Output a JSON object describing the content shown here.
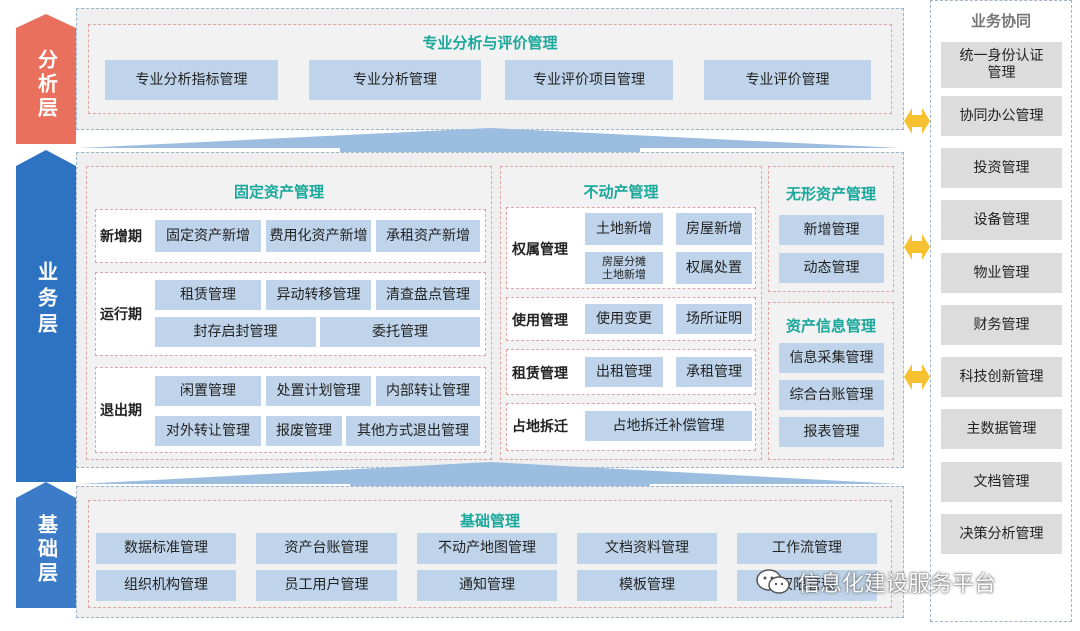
{
  "tiers": {
    "analysis": "分析层",
    "business": "业务层",
    "foundation": "基础层"
  },
  "analysis": {
    "title": "专业分析与评价管理",
    "items": [
      "专业分析指标管理",
      "专业分析管理",
      "专业评价项目管理",
      "专业评价管理"
    ]
  },
  "fixed_assets": {
    "title": "固定资产管理",
    "new": {
      "label": "新增期",
      "items": [
        "固定资产新增",
        "费用化资产新增",
        "承租资产新增"
      ]
    },
    "running": {
      "label": "运行期",
      "items": [
        "租赁管理",
        "异动转移管理",
        "清查盘点管理",
        "封存启封管理",
        "委托管理"
      ]
    },
    "exit": {
      "label": "退出期",
      "items": [
        "闲置管理",
        "处置计划管理",
        "内部转让管理",
        "对外转让管理",
        "报废管理",
        "其他方式退出管理"
      ]
    }
  },
  "real_estate": {
    "title": "不动产管理",
    "ownership": {
      "label": "权属管理",
      "items": [
        "土地新增",
        "房屋新增",
        "房屋分摊\n土地新增",
        "权属处置"
      ]
    },
    "usage": {
      "label": "使用管理",
      "items": [
        "使用变更",
        "场所证明"
      ]
    },
    "lease": {
      "label": "租赁管理",
      "items": [
        "出租管理",
        "承租管理"
      ]
    },
    "demolition": {
      "label": "占地拆迁",
      "items": [
        "占地拆迁补偿管理"
      ]
    }
  },
  "intangible": {
    "title": "无形资产管理",
    "items": [
      "新增管理",
      "动态管理"
    ]
  },
  "asset_info": {
    "title": "资产信息管理",
    "items": [
      "信息采集管理",
      "综合台账管理",
      "报表管理"
    ]
  },
  "foundation": {
    "title": "基础管理",
    "items": [
      "数据标准管理",
      "资产台账管理",
      "不动产地图管理",
      "文档资料管理",
      "工作流管理",
      "组织机构管理",
      "员工用户管理",
      "通知管理",
      "模板管理",
      "权限管理"
    ]
  },
  "collaboration": {
    "title": "业务协同",
    "items": [
      "统一身份认证\n管理",
      "协同办公管理",
      "投资管理",
      "设备管理",
      "物业管理",
      "财务管理",
      "科技创新管理",
      "主数据管理",
      "文档管理",
      "决策分析管理"
    ]
  },
  "watermark": "信息化建设服务平台",
  "colors": {
    "analysis_tier": "#e8705d",
    "business_tier": "#2e72c2",
    "foundation_tier": "#3b7bc8",
    "box": "#bfd4ea",
    "title": "#1aa89c",
    "connector": "#f6c02e"
  }
}
